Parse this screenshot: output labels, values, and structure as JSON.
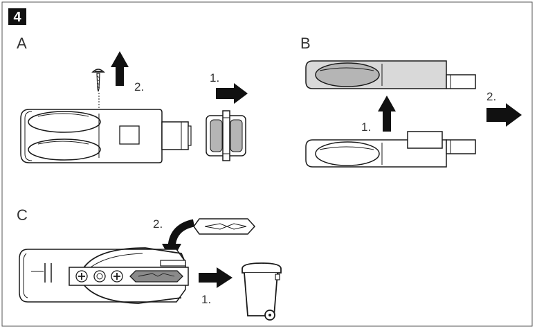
{
  "step_number": "4",
  "panels": {
    "a": {
      "letter": "A",
      "step1": "1.",
      "step2": "2."
    },
    "b": {
      "letter": "B",
      "step1": "1.",
      "step2": "2."
    },
    "c": {
      "letter": "C",
      "step1": "1.",
      "step2": "2."
    }
  },
  "colors": {
    "ink": "#1a1a1a",
    "grip": "#b5b5b5",
    "housing_highlight": "#d9d9d9",
    "fuse": "#8a8a8a"
  },
  "icons": [
    "screw-icon",
    "arrow-up-icon",
    "arrow-right-icon",
    "curved-arrow-icon",
    "trash-bin-icon"
  ]
}
